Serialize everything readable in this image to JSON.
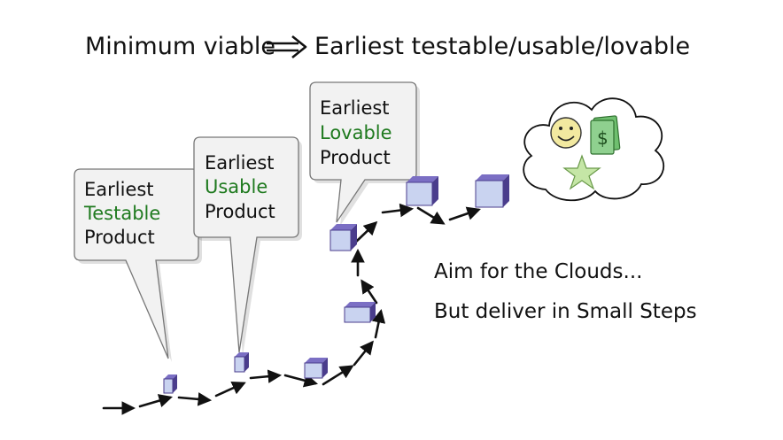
{
  "title": {
    "left": "Minimum viable",
    "arrow_icon": "double-arrow-icon",
    "right": "Earliest testable/usable/lovable"
  },
  "bubbles": [
    {
      "line1": "Earliest",
      "accent": "Testable",
      "line3": "Product"
    },
    {
      "line1": "Earliest",
      "accent": "Usable",
      "line3": "Product"
    },
    {
      "line1": "Earliest",
      "accent": "Lovable",
      "line3": "Product"
    }
  ],
  "tagline": {
    "line1": "Aim for the Clouds...",
    "line2": "But deliver in Small Steps"
  },
  "cloud": {
    "icons": [
      "smiley-icon",
      "dollar-bills-icon",
      "star-icon"
    ]
  },
  "colors": {
    "accent": "#1f7a1f",
    "cube_front": "#c9d3f0",
    "cube_side": "#4a3d8c",
    "bubble_fill": "#f2f2f2",
    "star": "#c5e6a6",
    "money": "#8fd08f",
    "smiley": "#f2e9a0"
  }
}
